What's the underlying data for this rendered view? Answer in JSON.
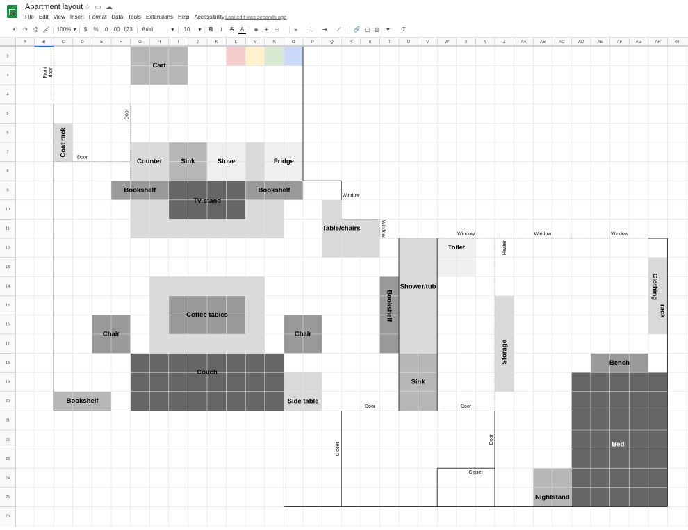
{
  "document": {
    "title": "Apartment layout",
    "last_edit": "Last edit was seconds ago"
  },
  "menu": [
    "File",
    "Edit",
    "View",
    "Insert",
    "Format",
    "Data",
    "Tools",
    "Extensions",
    "Help",
    "Accessibility"
  ],
  "toolbar": {
    "zoom": "100%",
    "currency": "$",
    "percent": "%",
    "dec_decrease": ".0",
    "dec_increase": ".00",
    "more_formats": "123",
    "font": "Arial",
    "font_size": "10",
    "bold": "B",
    "italic": "I",
    "strike": "S",
    "text_color": "A"
  },
  "columns": [
    "A",
    "B",
    "C",
    "D",
    "E",
    "F",
    "G",
    "H",
    "I",
    "J",
    "K",
    "L",
    "M",
    "N",
    "O",
    "P",
    "Q",
    "R",
    "S",
    "T",
    "U",
    "V",
    "W",
    "X",
    "Y",
    "Z",
    "AA",
    "AB",
    "AC",
    "AD",
    "AE",
    "AF",
    "AG",
    "AH",
    "AI"
  ],
  "rows": [
    "2",
    "3",
    "4",
    "5",
    "6",
    "7",
    "8",
    "9",
    "10",
    "11",
    "12",
    "13",
    "14",
    "15",
    "16",
    "17",
    "18",
    "19",
    "20",
    "21",
    "22",
    "23",
    "24",
    "25",
    "26"
  ],
  "colors": {
    "light": "#d9d9d9",
    "medium": "#b7b7b7",
    "dark": "#999999",
    "darker": "#666666",
    "pink": "#f4cccc",
    "yellow": "#fff2cc",
    "green": "#d9ead3",
    "blue": "#c9daf8",
    "grid": "#e2e2e2"
  },
  "labels": {
    "cart": "Cart",
    "front_door_1": "Front",
    "front_door_2": "door",
    "door": "Door",
    "coat_rack": "Coat rack",
    "counter": "Counter",
    "sink": "Sink",
    "stove": "Stove",
    "fridge": "Fridge",
    "bookshelf": "Bookshelf",
    "tv_stand": "TV stand",
    "window": "Window",
    "table_chairs": "Table/chairs",
    "toilet": "Toilet",
    "heater": "Heater",
    "shower_tub": "Shower/tub",
    "clothing_rack_1": "Clothing",
    "clothing_rack_2": "rack",
    "coffee_tables": "Coffee tables",
    "chair": "Chair",
    "storage": "Storage",
    "bench": "Bench",
    "couch": "Couch",
    "side_table": "Side table",
    "closet": "Closet",
    "bed": "Bed",
    "nightstand": "Nightstand"
  }
}
